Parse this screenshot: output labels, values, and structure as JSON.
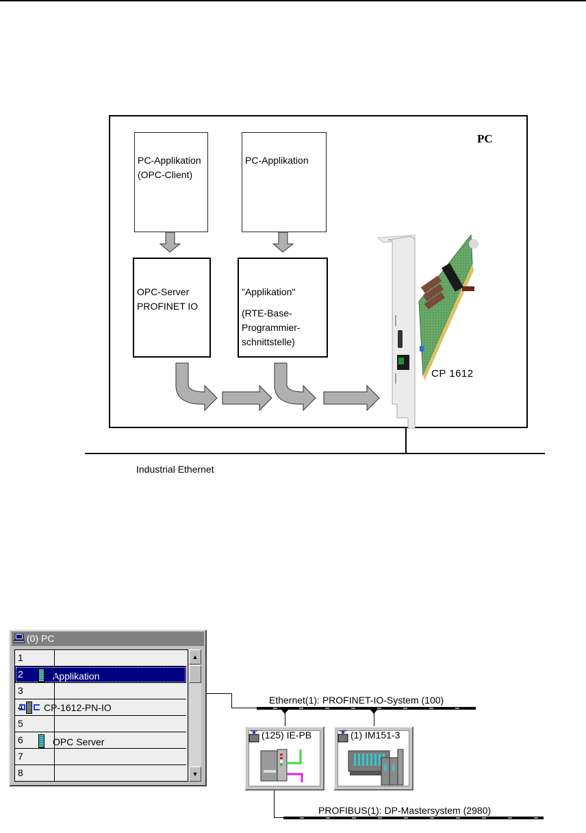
{
  "upper_diagram": {
    "frame_label": "PC",
    "boxes": [
      {
        "id": "pc-app-opc-client",
        "lines": [
          "PC-Applikation",
          "(OPC-Client)"
        ]
      },
      {
        "id": "pc-app",
        "lines": [
          "PC-Applikation"
        ]
      },
      {
        "id": "opc-server",
        "lines": [
          "OPC-Server",
          "PROFINET IO"
        ]
      },
      {
        "id": "applikation-rte",
        "lines": [
          "\"Applikation\"",
          "(RTE-Base-",
          "Programmier-",
          "schnittstelle)"
        ]
      }
    ],
    "card_label": "CP 1612",
    "network_label": "Industrial Ethernet",
    "colors": {
      "arrow_fill": "#b0b0b0",
      "arrow_stroke": "#333333"
    }
  },
  "station_window": {
    "title": "(0) PC",
    "title_icon": "pc-station-icon",
    "rows": [
      {
        "slot": "1",
        "module": "",
        "icon": ""
      },
      {
        "slot": "2",
        "module": "Applikation",
        "icon": "module-icon",
        "selected": true
      },
      {
        "slot": "3",
        "module": "",
        "icon": ""
      },
      {
        "slot": "4",
        "module": "CP-1612-PN-IO",
        "icon": "network-card-icon"
      },
      {
        "slot": "5",
        "module": "",
        "icon": ""
      },
      {
        "slot": "6",
        "module": "OPC Server",
        "icon": "module-icon"
      },
      {
        "slot": "7",
        "module": "",
        "icon": ""
      },
      {
        "slot": "8",
        "module": "",
        "icon": ""
      }
    ],
    "scroll_up": "▲",
    "scroll_down": "▼",
    "colors": {
      "selection": "#000080",
      "title_bar": "#808080"
    }
  },
  "network": {
    "ethernet_bus": "Ethernet(1): PROFINET-IO-System (100)",
    "profibus_bus": "PROFIBUS(1): DP-Mastersystem (2980)",
    "devices": [
      {
        "label": "(125) IE-PB",
        "icon": "io-device-icon",
        "image": "ie-pb-link-image"
      },
      {
        "label": "(1) IM151-3",
        "icon": "io-device-icon",
        "image": "et200s-image"
      }
    ]
  }
}
